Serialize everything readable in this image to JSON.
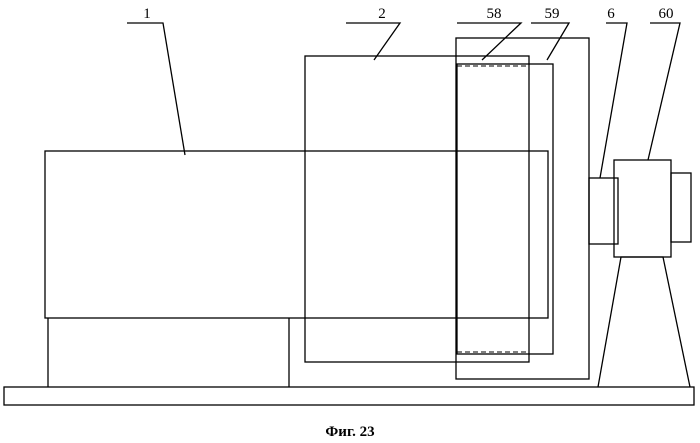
{
  "figure": {
    "caption": "Фиг. 23"
  },
  "callouts": {
    "c1": "1",
    "c2": "2",
    "c58": "58",
    "c59": "59",
    "c6": "6",
    "c60": "60"
  }
}
